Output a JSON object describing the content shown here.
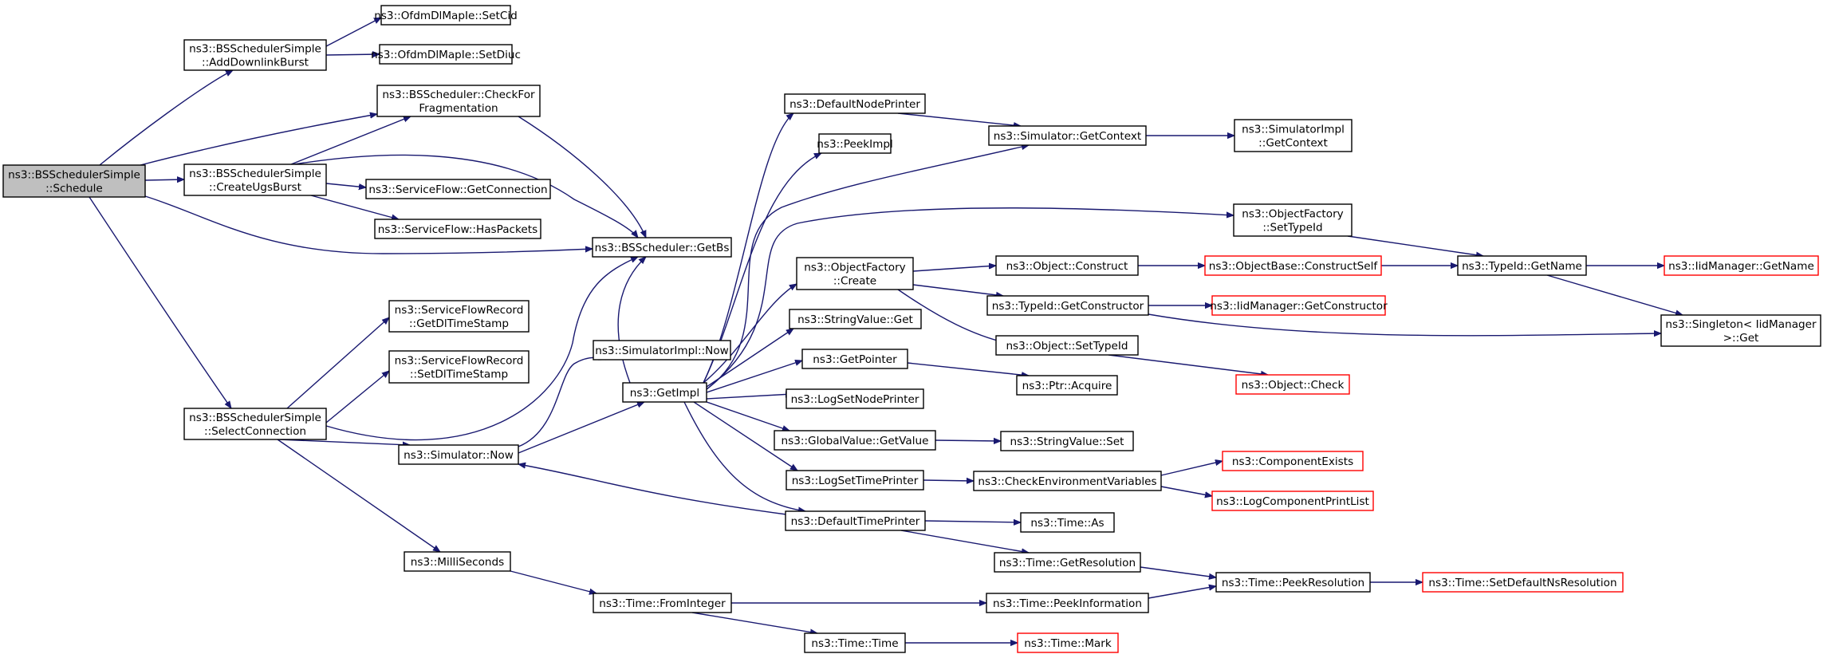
{
  "graph": {
    "root": "n0",
    "nodes": [
      {
        "id": "n0",
        "lines": [
          "ns3::BSSchedulerSimple",
          "::Schedule"
        ],
        "root": true
      },
      {
        "id": "n1",
        "lines": [
          "ns3::BSSchedulerSimple",
          "::AddDownlinkBurst"
        ]
      },
      {
        "id": "n2",
        "lines": [
          "ns3::OfdmDlMapIe::SetCid"
        ]
      },
      {
        "id": "n3",
        "lines": [
          "ns3::OfdmDlMapIe::SetDiuc"
        ]
      },
      {
        "id": "n4",
        "lines": [
          "ns3::BSScheduler::CheckFor",
          "Fragmentation"
        ]
      },
      {
        "id": "n5",
        "lines": [
          "ns3::BSScheduler::GetBs"
        ]
      },
      {
        "id": "n6",
        "lines": [
          "ns3::BSSchedulerSimple",
          "::CreateUgsBurst"
        ]
      },
      {
        "id": "n7",
        "lines": [
          "ns3::ServiceFlow::GetConnection"
        ]
      },
      {
        "id": "n8",
        "lines": [
          "ns3::ServiceFlow::HasPackets"
        ]
      },
      {
        "id": "n9",
        "lines": [
          "ns3::BSSchedulerSimple",
          "::SelectConnection"
        ]
      },
      {
        "id": "n10",
        "lines": [
          "ns3::ServiceFlowRecord",
          "::GetDlTimeStamp"
        ]
      },
      {
        "id": "n11",
        "lines": [
          "ns3::ServiceFlowRecord",
          "::SetDlTimeStamp"
        ]
      },
      {
        "id": "n12",
        "lines": [
          "ns3::Simulator::Now"
        ]
      },
      {
        "id": "n13",
        "lines": [
          "ns3::MilliSeconds"
        ]
      },
      {
        "id": "n14",
        "lines": [
          "ns3::SimulatorImpl::Now"
        ]
      },
      {
        "id": "n15",
        "lines": [
          "ns3::GetImpl"
        ]
      },
      {
        "id": "n16",
        "lines": [
          "ns3::Time::FromInteger"
        ]
      },
      {
        "id": "n17",
        "lines": [
          "ns3::DefaultNodePrinter"
        ]
      },
      {
        "id": "n18",
        "lines": [
          "ns3::PeekImpl"
        ]
      },
      {
        "id": "n19",
        "lines": [
          "ns3::ObjectFactory",
          "::Create"
        ]
      },
      {
        "id": "n20",
        "lines": [
          "ns3::StringValue::Get"
        ]
      },
      {
        "id": "n21",
        "lines": [
          "ns3::GetPointer"
        ]
      },
      {
        "id": "n22",
        "lines": [
          "ns3::LogSetNodePrinter"
        ]
      },
      {
        "id": "n23",
        "lines": [
          "ns3::GlobalValue::GetValue"
        ]
      },
      {
        "id": "n24",
        "lines": [
          "ns3::LogSetTimePrinter"
        ]
      },
      {
        "id": "n25",
        "lines": [
          "ns3::DefaultTimePrinter"
        ]
      },
      {
        "id": "n26",
        "lines": [
          "ns3::Time::Time"
        ]
      },
      {
        "id": "n27",
        "lines": [
          "ns3::Simulator::GetContext"
        ]
      },
      {
        "id": "n28",
        "lines": [
          "ns3::SimulatorImpl",
          "::GetContext"
        ]
      },
      {
        "id": "n29",
        "lines": [
          "ns3::ObjectFactory",
          "::SetTypeId"
        ]
      },
      {
        "id": "n30",
        "lines": [
          "ns3::Object::Construct"
        ]
      },
      {
        "id": "n31",
        "lines": [
          "ns3::TypeId::GetConstructor"
        ]
      },
      {
        "id": "n32",
        "lines": [
          "ns3::Object::SetTypeId"
        ]
      },
      {
        "id": "n33",
        "lines": [
          "ns3::Ptr::Acquire"
        ]
      },
      {
        "id": "n34",
        "lines": [
          "ns3::StringValue::Set"
        ]
      },
      {
        "id": "n35",
        "lines": [
          "ns3::CheckEnvironmentVariables"
        ]
      },
      {
        "id": "n36",
        "lines": [
          "ns3::Time::As"
        ]
      },
      {
        "id": "n37",
        "lines": [
          "ns3::Time::GetResolution"
        ]
      },
      {
        "id": "n38",
        "lines": [
          "ns3::Time::PeekInformation"
        ]
      },
      {
        "id": "n39",
        "lines": [
          "ns3::Time::Mark"
        ],
        "truncated": true
      },
      {
        "id": "n40",
        "lines": [
          "ns3::ObjectBase::ConstructSelf"
        ],
        "truncated": true
      },
      {
        "id": "n41",
        "lines": [
          "ns3::IidManager::GetConstructor"
        ],
        "truncated": true
      },
      {
        "id": "n42",
        "lines": [
          "ns3::Object::Check"
        ],
        "truncated": true
      },
      {
        "id": "n43",
        "lines": [
          "ns3::ComponentExists"
        ],
        "truncated": true
      },
      {
        "id": "n44",
        "lines": [
          "ns3::LogComponentPrintList"
        ],
        "truncated": true
      },
      {
        "id": "n45",
        "lines": [
          "ns3::Time::PeekResolution"
        ]
      },
      {
        "id": "n46",
        "lines": [
          "ns3::TypeId::GetName"
        ]
      },
      {
        "id": "n47",
        "lines": [
          "ns3::Singleton< IidManager",
          ">::Get"
        ]
      },
      {
        "id": "n48",
        "lines": [
          "ns3::IidManager::GetName"
        ],
        "truncated": true
      },
      {
        "id": "n49",
        "lines": [
          "ns3::Time::SetDefaultNsResolution"
        ],
        "truncated": true
      }
    ],
    "edges": [
      [
        "n0",
        "n1"
      ],
      [
        "n0",
        "n4"
      ],
      [
        "n0",
        "n5"
      ],
      [
        "n0",
        "n6"
      ],
      [
        "n0",
        "n9"
      ],
      [
        "n1",
        "n2"
      ],
      [
        "n1",
        "n3"
      ],
      [
        "n4",
        "n5"
      ],
      [
        "n6",
        "n4"
      ],
      [
        "n6",
        "n5"
      ],
      [
        "n6",
        "n7"
      ],
      [
        "n6",
        "n8"
      ],
      [
        "n9",
        "n10"
      ],
      [
        "n9",
        "n11"
      ],
      [
        "n9",
        "n5"
      ],
      [
        "n9",
        "n12"
      ],
      [
        "n9",
        "n13"
      ],
      [
        "n12",
        "n14"
      ],
      [
        "n12",
        "n15"
      ],
      [
        "n13",
        "n16"
      ],
      [
        "n15",
        "n17"
      ],
      [
        "n15",
        "n18"
      ],
      [
        "n15",
        "n19"
      ],
      [
        "n15",
        "n20"
      ],
      [
        "n15",
        "n21"
      ],
      [
        "n15",
        "n22"
      ],
      [
        "n15",
        "n23"
      ],
      [
        "n15",
        "n24"
      ],
      [
        "n15",
        "n25"
      ],
      [
        "n15",
        "n5"
      ],
      [
        "n15",
        "n27"
      ],
      [
        "n15",
        "n29"
      ],
      [
        "n16",
        "n26"
      ],
      [
        "n16",
        "n38"
      ],
      [
        "n17",
        "n27"
      ],
      [
        "n19",
        "n30"
      ],
      [
        "n19",
        "n31"
      ],
      [
        "n19",
        "n32"
      ],
      [
        "n21",
        "n33"
      ],
      [
        "n23",
        "n34"
      ],
      [
        "n24",
        "n35"
      ],
      [
        "n25",
        "n12"
      ],
      [
        "n25",
        "n36"
      ],
      [
        "n25",
        "n37"
      ],
      [
        "n26",
        "n39"
      ],
      [
        "n27",
        "n28"
      ],
      [
        "n29",
        "n46"
      ],
      [
        "n30",
        "n40"
      ],
      [
        "n31",
        "n41"
      ],
      [
        "n31",
        "n47"
      ],
      [
        "n32",
        "n42"
      ],
      [
        "n35",
        "n43"
      ],
      [
        "n35",
        "n44"
      ],
      [
        "n37",
        "n45"
      ],
      [
        "n38",
        "n45"
      ],
      [
        "n40",
        "n46"
      ],
      [
        "n45",
        "n49"
      ],
      [
        "n46",
        "n48"
      ],
      [
        "n46",
        "n47"
      ]
    ]
  }
}
